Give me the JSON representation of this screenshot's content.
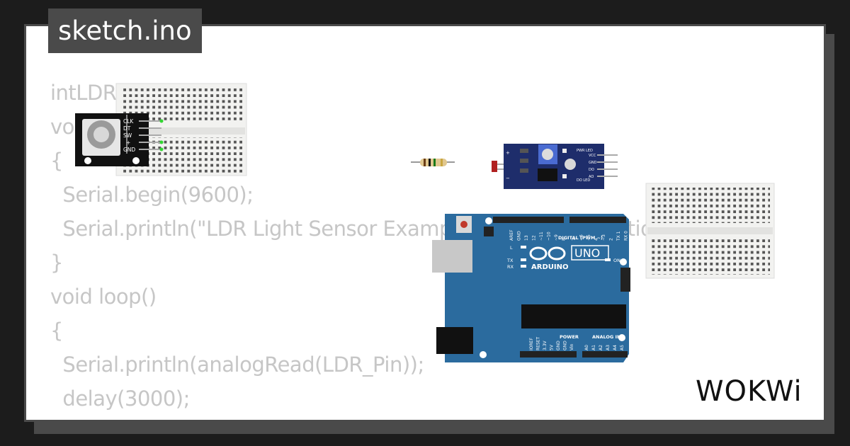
{
  "title_tab": {
    "filename": "sketch.ino"
  },
  "code_lines": [
    "intLDR_Pin = A0;",
    "void setup()",
    "{",
    "  Serial.begin(9600);",
    "  Serial.println(\"LDR Light Sensor Example - Wokwi Simulation Results\");",
    "}",
    "void loop()",
    "{",
    "  Serial.println(analogRead(LDR_Pin));",
    "  delay(3000);",
    "}"
  ],
  "encoder": {
    "pins": [
      "CLK",
      "DT",
      "SW",
      "+",
      "GND"
    ]
  },
  "ldr_module": {
    "labels": [
      "VCC",
      "GND",
      "DO",
      "AO",
      "PWR LED",
      "DO LED"
    ]
  },
  "arduino": {
    "model": "UNO",
    "brand": "ARDUINO",
    "digital_label": "DIGITAL (PWM ~)",
    "power_label": "POWER",
    "analog_label": "ANALOG IN",
    "on_label": "ON",
    "tx": "TX",
    "rx": "RX",
    "l": "L",
    "digital_pins": [
      "AREF",
      "GND",
      "13",
      "12",
      "~11",
      "~10",
      "~9",
      "8",
      "7",
      "~6",
      "~5",
      "4",
      "~3",
      "2",
      "TX 1",
      "RX 0"
    ],
    "power_pins": [
      "IOREF",
      "RESET",
      "3.3V",
      "5V",
      "GND",
      "GND",
      "Vin"
    ],
    "analog_pins": [
      "A0",
      "A1",
      "A2",
      "A3",
      "A4",
      "A5"
    ]
  },
  "brand_logo": {
    "text": "WOKWi"
  },
  "colors": {
    "board_blue": "#2b6b9e",
    "background": "#1c1c1c",
    "card_border": "#4a4a4a",
    "code_text": "#c6c6c6"
  }
}
